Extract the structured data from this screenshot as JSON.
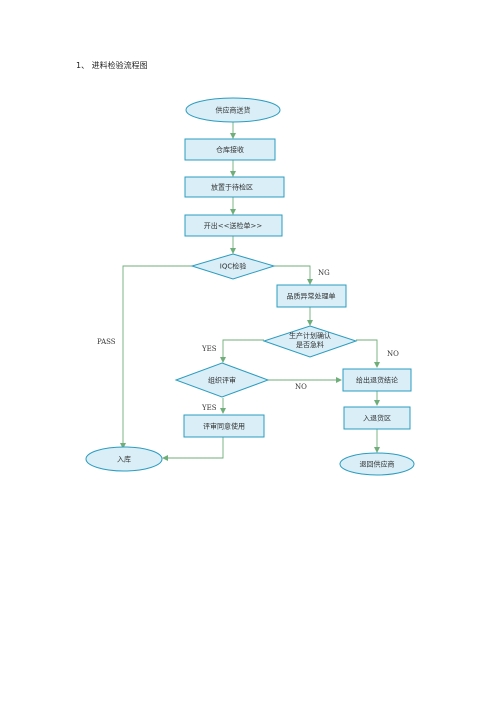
{
  "heading": "1、 进料检验流程图",
  "nodes": {
    "supplier_delivery": "供应商送货",
    "warehouse_receive": "仓库接收",
    "place_pending": "放置于待检区",
    "issue_form": "开出<<送检单>>",
    "iqc_check": "IQC检验",
    "defect_form": "品质异常处理单",
    "plan_confirm_line1": "生产计划确认",
    "plan_confirm_line2": "是否急料",
    "team_review": "组织评审",
    "return_conclusion": "给出退货结论",
    "return_area": "入退货区",
    "review_accept": "评审同意使用",
    "storage": "入库",
    "return_supplier": "退回供应商"
  },
  "edges": {
    "pass": "PASS",
    "ng": "NG",
    "yes_urgent": "YES",
    "no_urgent": "NO",
    "yes_review": "YES",
    "no_review": "NO"
  }
}
